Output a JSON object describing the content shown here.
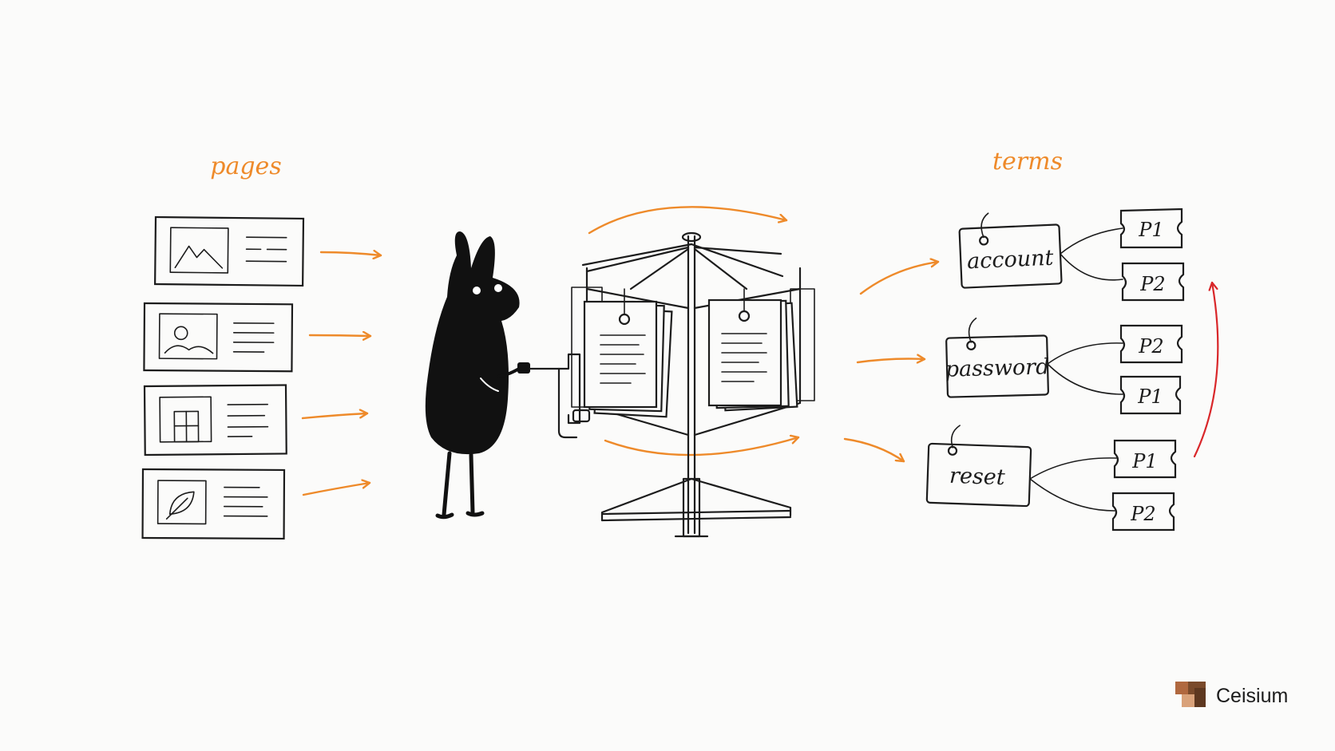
{
  "labels": {
    "left": "pages",
    "right": "terms"
  },
  "pages": [
    {
      "icon": "mountain-icon"
    },
    {
      "icon": "landscape-photo-icon"
    },
    {
      "icon": "window-icon"
    },
    {
      "icon": "leaf-icon"
    }
  ],
  "terms": [
    {
      "label": "account",
      "refs": [
        "P1",
        "P2"
      ]
    },
    {
      "label": "password",
      "refs": [
        "P2",
        "P1"
      ]
    },
    {
      "label": "reset",
      "refs": [
        "P1",
        "P2"
      ]
    }
  ],
  "brand": {
    "name": "Ceisium",
    "logo_colors": [
      "#7a4a2b",
      "#b0683f",
      "#d9a27a"
    ]
  },
  "colors": {
    "ink": "#1c1c1c",
    "accent": "#ee8a2a",
    "highlight": "#d9272a",
    "background": "#fbfbfa"
  }
}
